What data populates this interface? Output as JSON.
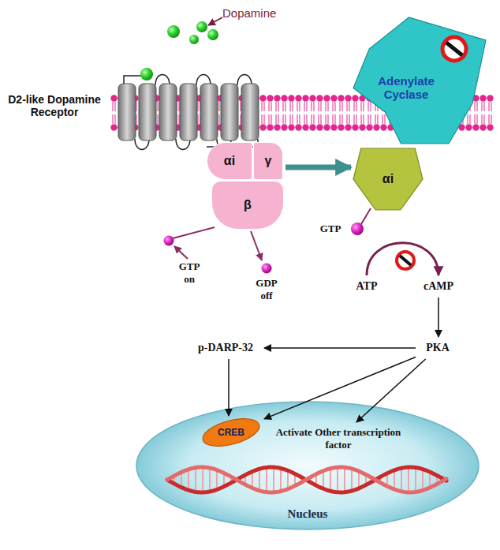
{
  "diagram": {
    "nodes": [
      {
        "text": [
          "αi"
        ]
      },
      {
        "text": [
          "γ"
        ]
      },
      {
        "text": [
          "β"
        ]
      },
      {
        "text": [
          "Adenylate Cyclase"
        ]
      },
      {
        "text": [
          "αi"
        ]
      },
      {
        "text": [
          "ATP"
        ]
      },
      {
        "text": [
          "cAMP"
        ]
      },
      {
        "text": [
          "p-DARP-32"
        ]
      },
      {
        "text": [
          "PKA"
        ]
      },
      {
        "text": [
          "Nucleus"
        ]
      },
      {
        "text": [
          "CREB"
        ],
        "in": 9
      },
      {
        "text": [
          "Activate Other transcription factor"
        ],
        "in": 9
      }
    ],
    "edges": [
      {
        "from": 1,
        "to": 4,
        "arrow": "to"
      },
      {
        "from": 5,
        "to": 6,
        "arrow": "to"
      },
      {
        "from": 6,
        "to": 8,
        "arrow": "to"
      },
      {
        "from": 8,
        "to": 7,
        "arrow": "to"
      },
      {
        "from": 7,
        "to": 10,
        "arrow": "to"
      },
      {
        "from": 8,
        "to": 10,
        "arrow": "to"
      },
      {
        "from": 8,
        "to": 11,
        "arrow": "to"
      }
    ],
    "labels": [
      "Dopamine",
      "D2-like Dopamine Receptor",
      "GTP on",
      "GDP off",
      "GTP"
    ]
  }
}
